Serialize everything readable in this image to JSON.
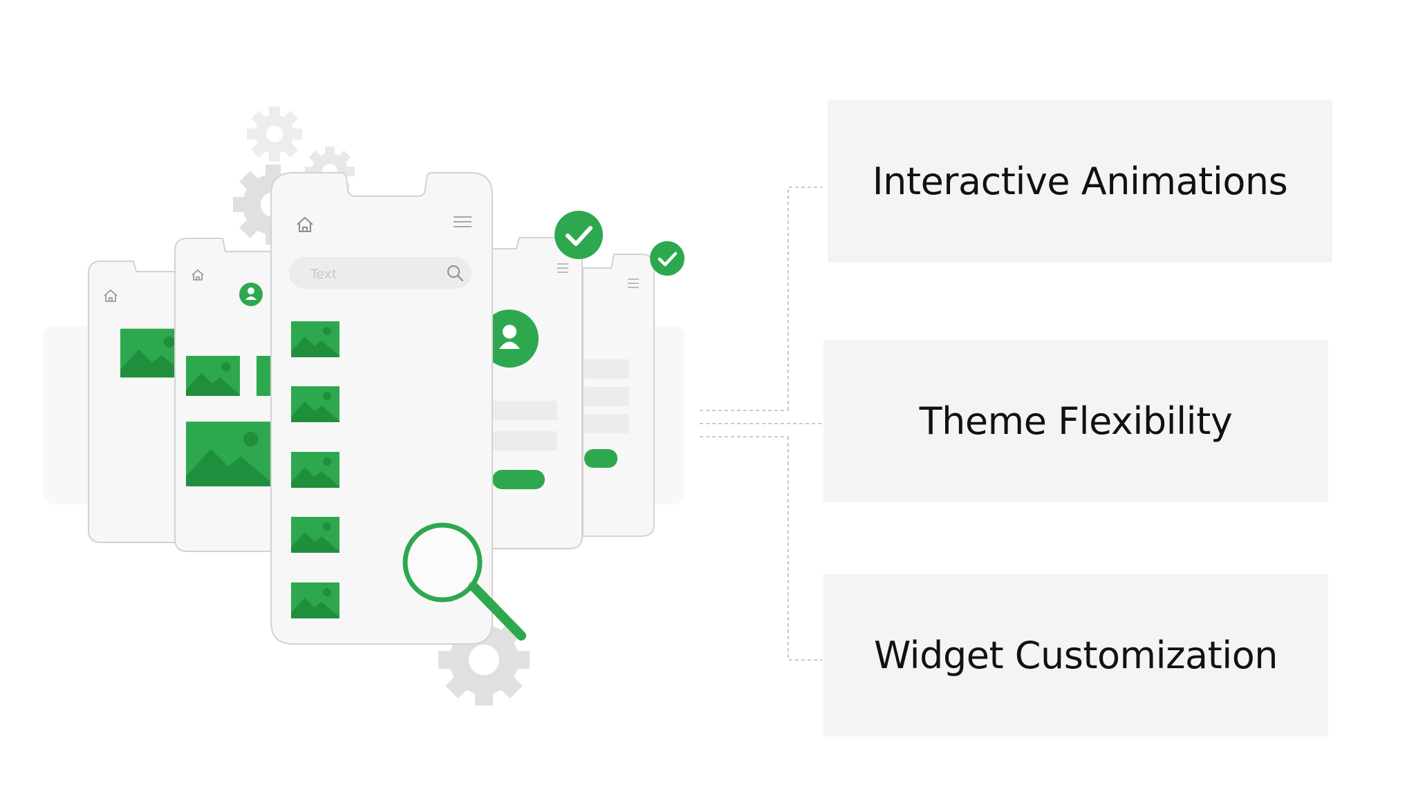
{
  "features": [
    {
      "label": "Interactive Animations"
    },
    {
      "label": "Theme Flexibility"
    },
    {
      "label": "Widget Customization"
    }
  ],
  "phone": {
    "search_placeholder": "Text"
  },
  "icons": {
    "home": "home-icon",
    "menu": "hamburger-menu-icon",
    "search": "search-icon",
    "user": "user-icon",
    "check": "check-icon",
    "gear": "gear-icon",
    "image": "image-placeholder-icon",
    "magnifier": "magnifying-glass-icon"
  },
  "colors": {
    "accent_green": "#2ea84f",
    "dark_green": "#1f8f3e",
    "phone_fill": "#f7f7f7",
    "phone_stroke": "#d2d2d2",
    "gear_gray": "#e6e6e6",
    "box_bg": "#f4f4f4",
    "text": "#111111"
  }
}
